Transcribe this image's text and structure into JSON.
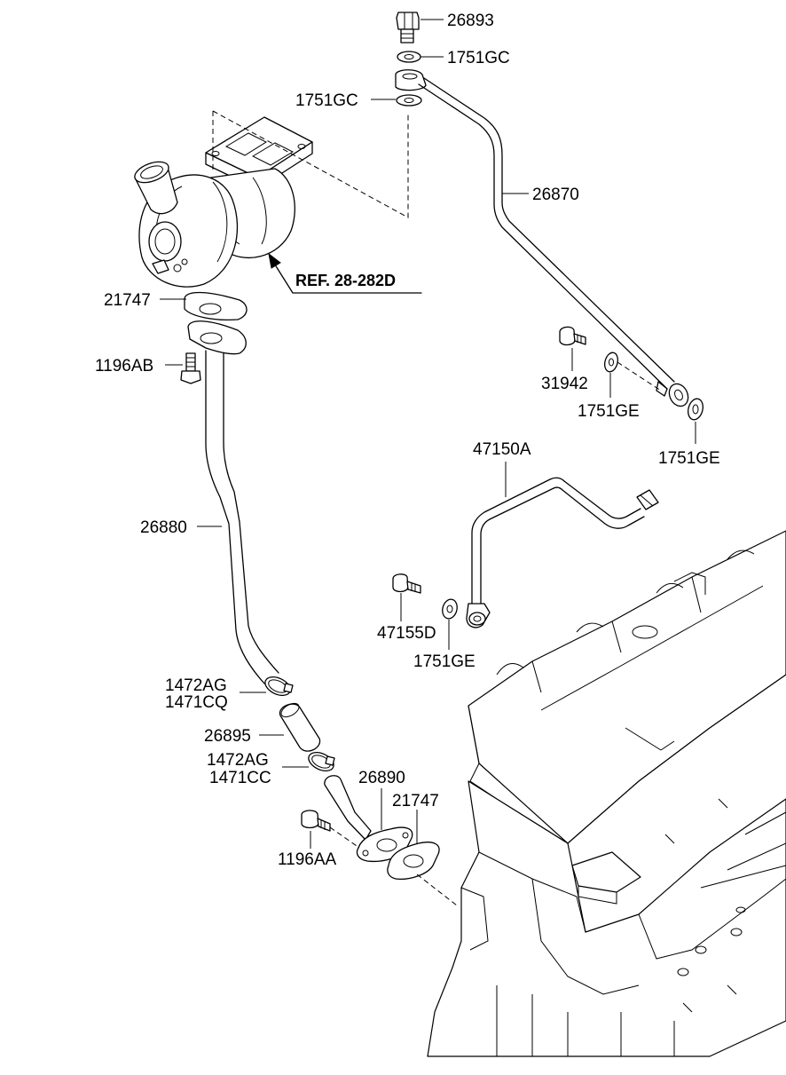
{
  "diagram": {
    "reference": "REF. 28-282D",
    "labels": {
      "p26893": "26893",
      "p1751GC_top": "1751GC",
      "p1751GC_mid": "1751GC",
      "p26870": "26870",
      "p21747_top": "21747",
      "p1196AB": "1196AB",
      "p31942": "31942",
      "p1751GE_a": "1751GE",
      "p1751GE_b": "1751GE",
      "p47150A": "47150A",
      "p26880": "26880",
      "p47155D": "47155D",
      "p1751GE_c": "1751GE",
      "p1472AG_a": "1472AG",
      "p1471CQ": "1471CQ",
      "p26895": "26895",
      "p1472AG_b": "1472AG",
      "p1471CC": "1471CC",
      "p26890": "26890",
      "p21747_bot": "21747",
      "p1196AA": "1196AA"
    }
  }
}
